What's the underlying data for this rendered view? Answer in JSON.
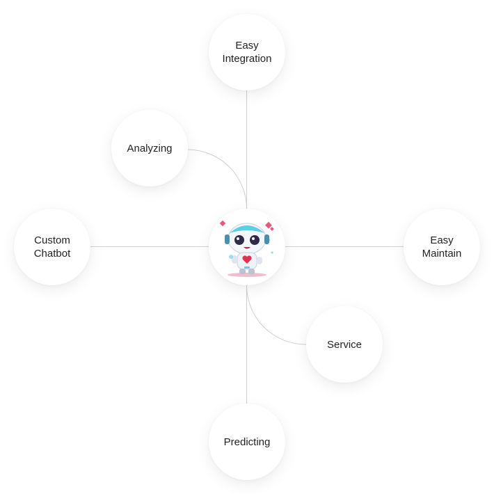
{
  "diagram": {
    "center": {
      "icon": "robot-mascot-icon",
      "alt": "AI chatbot robot"
    },
    "nodes": [
      {
        "id": "easy-integration",
        "label": "Easy\nIntegration"
      },
      {
        "id": "analyzing",
        "label": "Analyzing"
      },
      {
        "id": "custom-chatbot",
        "label": "Custom\nChatbot"
      },
      {
        "id": "easy-maintain",
        "label": "Easy\nMaintain"
      },
      {
        "id": "service",
        "label": "Service"
      },
      {
        "id": "predicting",
        "label": "Predicting"
      }
    ],
    "colors": {
      "connector": "#cfcfcf",
      "node_fill": "#ffffff",
      "text": "#1f1f1f",
      "robot_accent": "#4fd0e6",
      "robot_heart": "#e0334f"
    }
  }
}
